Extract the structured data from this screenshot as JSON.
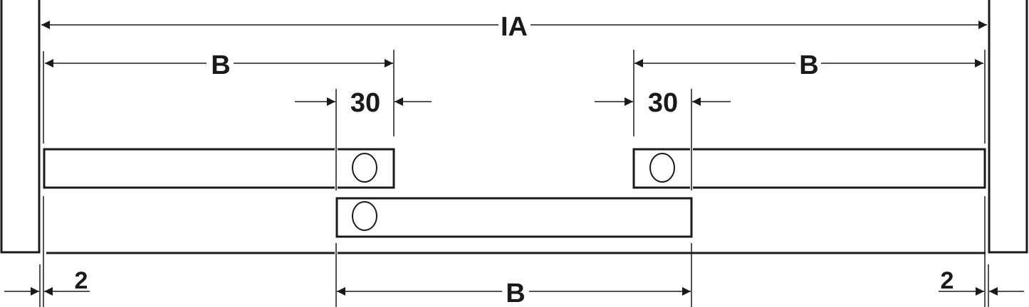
{
  "colors": {
    "line": "#1a1a1a",
    "background": "#ffffff"
  },
  "labels": {
    "overall_width": "IA",
    "spacing_left": "B",
    "spacing_right": "B",
    "spacing_bottom": "B",
    "offset_left": "30",
    "offset_right": "30",
    "gap_left": "2",
    "gap_right": "2"
  }
}
